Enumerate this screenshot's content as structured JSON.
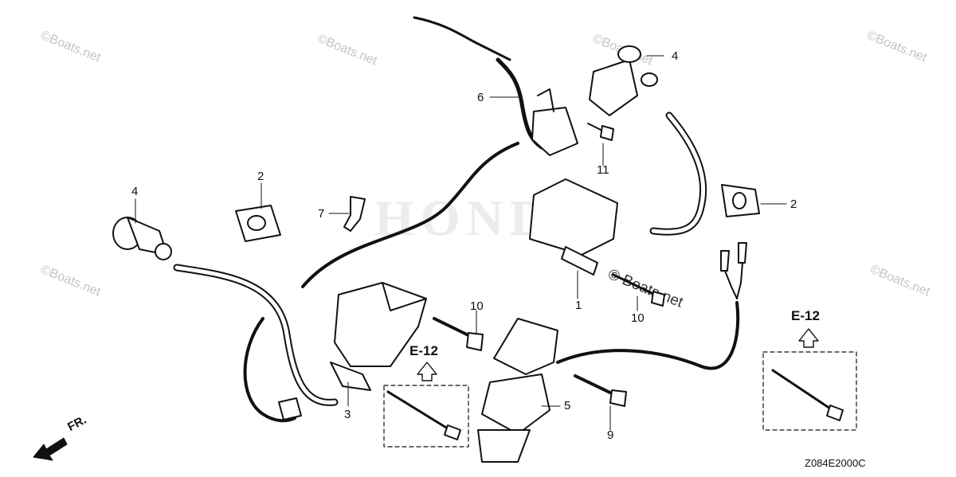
{
  "watermark": {
    "text": "©Boats.net",
    "main_text": "© Boats.net"
  },
  "brand_watermark": "HONDA",
  "callouts": [
    "1",
    "2",
    "2",
    "3",
    "4",
    "4",
    "5",
    "6",
    "7",
    "9",
    "10",
    "10",
    "11"
  ],
  "reference": {
    "label": "E-12"
  },
  "diagram_code": "Z084E2000C",
  "front_indicator": "FR."
}
